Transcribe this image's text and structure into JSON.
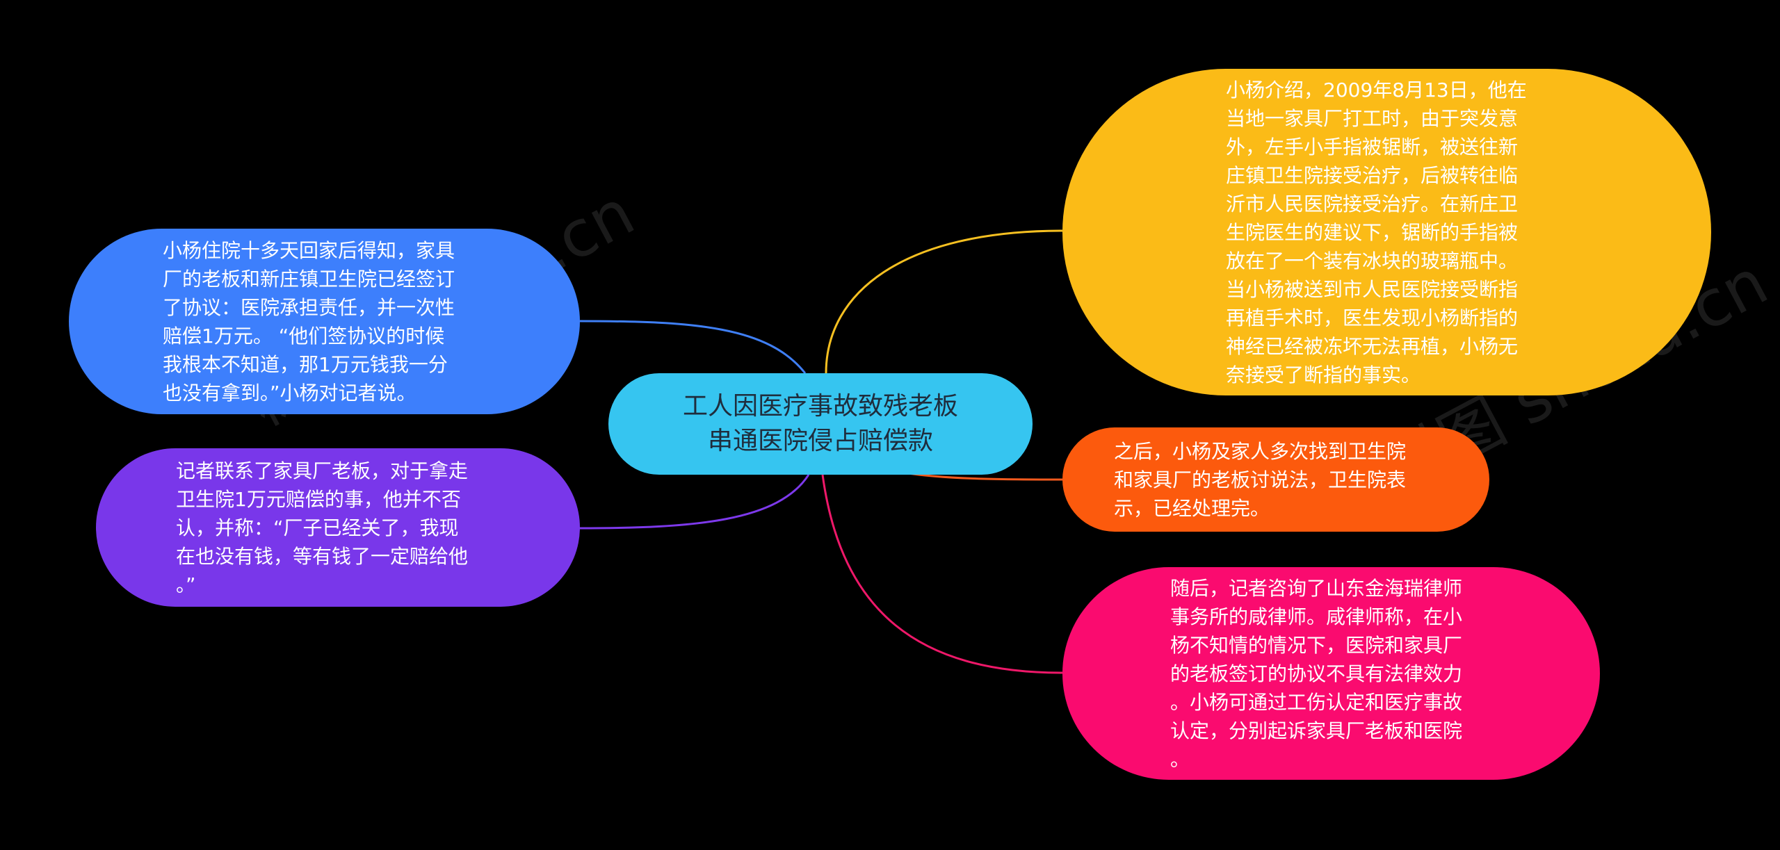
{
  "central": {
    "text": "工人因医疗事故致残老板\n串通医院侵占赔偿款",
    "color": "#36c5f0"
  },
  "branches": [
    {
      "id": "tr",
      "color": "#fbbb17",
      "line_color": "#f6c021",
      "text": "小杨介绍，2009年8月13日，他在\n当地一家具厂打工时，由于突发意\n外，左手小手指被锯断，被送往新\n庄镇卫生院接受治疗，后被转往临\n沂市人民医院接受治疗。在新庄卫\n生院医生的建议下，锯断的手指被\n放在了一个装有冰块的玻璃瓶中。\n当小杨被送到市人民医院接受断指\n再植手术时，医生发现小杨断指的\n神经已经被冻坏无法再植，小杨无\n奈接受了断指的事实。"
    },
    {
      "id": "r",
      "color": "#fc5a0d",
      "line_color": "#f15a1e",
      "text": "之后，小杨及家人多次找到卫生院\n和家具厂的老板讨说法，卫生院表\n示，已经处理完。"
    },
    {
      "id": "br",
      "color": "#fa0b6f",
      "line_color": "#ee1869",
      "text": "随后，记者咨询了山东金海瑞律师\n事务所的咸律师。咸律师称，在小\n杨不知情的情况下，医院和家具厂\n的老板签订的协议不具有法律效力\n。小杨可通过工伤认定和医疗事故\n认定，分别起诉家具厂老板和医院\n。"
    },
    {
      "id": "tl",
      "color": "#3d7ffc",
      "line_color": "#3f7ff5",
      "text": "小杨住院十多天回家后得知，家具\n厂的老板和新庄镇卫生院已经签订\n了协议：医院承担责任，并一次性\n赔偿1万元。 “他们签协议的时候\n我根本不知道，那1万元钱我一分\n也没有拿到。”小杨对记者说。"
    },
    {
      "id": "bl",
      "color": "#7937ea",
      "line_color": "#7d39eb",
      "text": "记者联系了家具厂老板，对于拿走\n卫生院1万元赔偿的事，他并不否\n认，并称：“厂子已经关了，我现\n在也没有钱，等有钱了一定赔给他\n。”"
    }
  ],
  "watermark": {
    "text_left": "树图 shutu.cn",
    "text_right": "树图 shutu.cn"
  }
}
